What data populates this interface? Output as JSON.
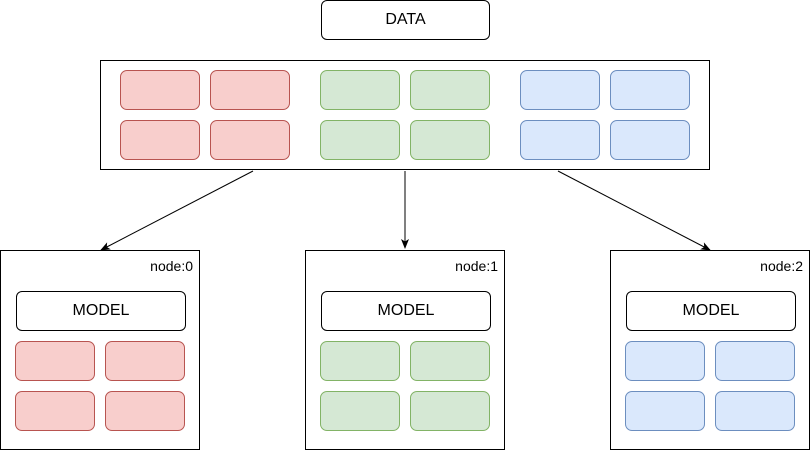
{
  "data_box": {
    "label": "DATA"
  },
  "colors": {
    "red_fill": "#f8cecc",
    "red_stroke": "#b85450",
    "green_fill": "#d5e8d4",
    "green_stroke": "#82b366",
    "blue_fill": "#dae8fc",
    "blue_stroke": "#6c8ebf"
  },
  "data_groups": [
    {
      "color": "red",
      "shard_count": 4
    },
    {
      "color": "green",
      "shard_count": 4
    },
    {
      "color": "blue",
      "shard_count": 4
    }
  ],
  "nodes": [
    {
      "label": "node:0",
      "model_label": "MODEL",
      "color": "red",
      "shard_count": 4
    },
    {
      "label": "node:1",
      "model_label": "MODEL",
      "color": "green",
      "shard_count": 4
    },
    {
      "label": "node:2",
      "model_label": "MODEL",
      "color": "blue",
      "shard_count": 4
    }
  ]
}
